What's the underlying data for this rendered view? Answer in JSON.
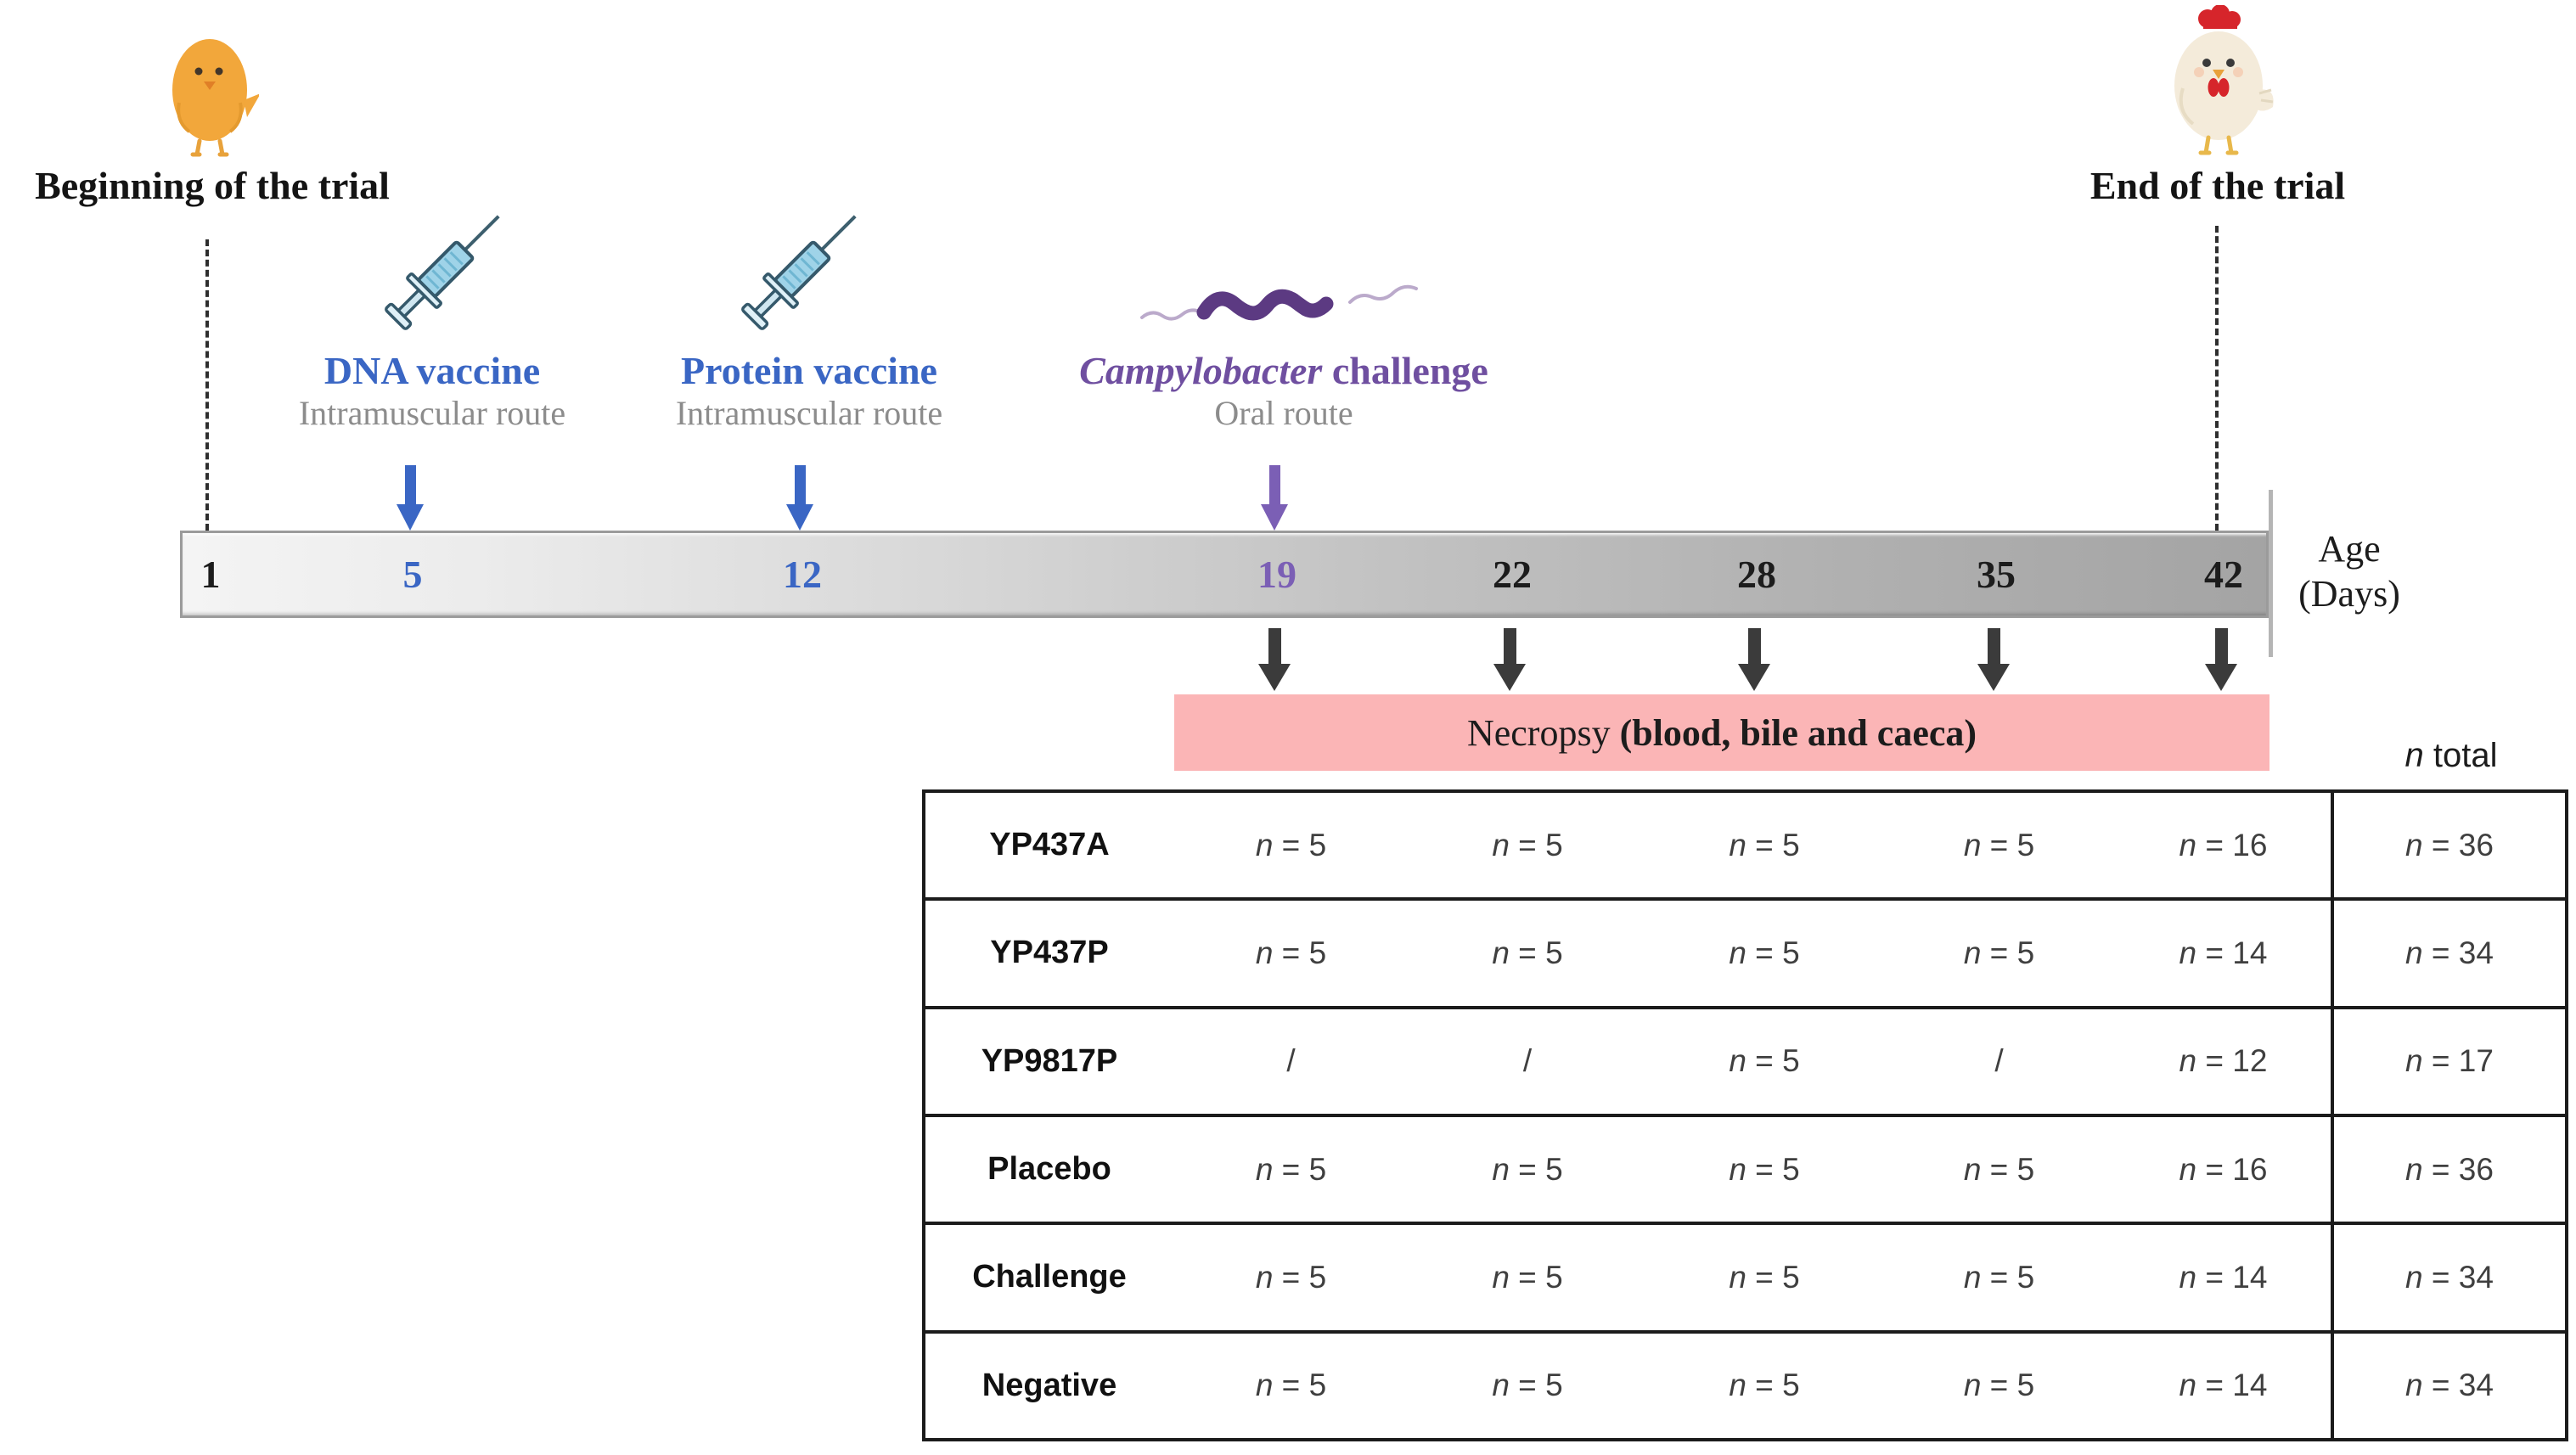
{
  "markers": {
    "begin": "Beginning of the trial",
    "end": "End of the trial"
  },
  "events": [
    {
      "title": "DNA vaccine",
      "subtitle": "Intramuscular route",
      "day": "5"
    },
    {
      "title": "Protein vaccine",
      "subtitle": "Intramuscular route",
      "day": "12"
    },
    {
      "title_italic": "Campylobacter",
      "title_rest": " challenge",
      "subtitle": "Oral route",
      "day": "19"
    }
  ],
  "timeline": {
    "days": [
      {
        "label": "1",
        "role": "start"
      },
      {
        "label": "5",
        "role": "vaccine"
      },
      {
        "label": "12",
        "role": "vaccine"
      },
      {
        "label": "19",
        "role": "challenge"
      },
      {
        "label": "22",
        "role": "plain"
      },
      {
        "label": "28",
        "role": "plain"
      },
      {
        "label": "35",
        "role": "plain"
      },
      {
        "label": "42",
        "role": "plain"
      }
    ],
    "axis_label_line1": "Age",
    "axis_label_line2": "(Days)"
  },
  "necropsy": {
    "text_regular": "Necropsy ",
    "text_bold": "(blood, bile and caeca)"
  },
  "table": {
    "total_header_italic": "n",
    "total_header_rest": " total",
    "rows": [
      {
        "label": "YP437A",
        "cells": [
          "5",
          "5",
          "5",
          "5",
          "16"
        ],
        "total": "36"
      },
      {
        "label": "YP437P",
        "cells": [
          "5",
          "5",
          "5",
          "5",
          "14"
        ],
        "total": "34"
      },
      {
        "label": "YP9817P",
        "cells": [
          "/",
          "/",
          "5",
          "/",
          "12"
        ],
        "total": "17"
      },
      {
        "label": "Placebo",
        "cells": [
          "5",
          "5",
          "5",
          "5",
          "16"
        ],
        "total": "36"
      },
      {
        "label": "Challenge",
        "cells": [
          "5",
          "5",
          "5",
          "5",
          "14"
        ],
        "total": "34"
      },
      {
        "label": "Negative",
        "cells": [
          "5",
          "5",
          "5",
          "5",
          "14"
        ],
        "total": "34"
      }
    ]
  },
  "colors": {
    "blue": "#3A66C4",
    "purple": "#6F4FA0",
    "purple_light": "#7B5FB5",
    "pink": "#FBB5B6",
    "day_plain": "#1c1c1c",
    "arrow_dark": "#3b3b3b",
    "gray_text": "#8C8C8C"
  }
}
